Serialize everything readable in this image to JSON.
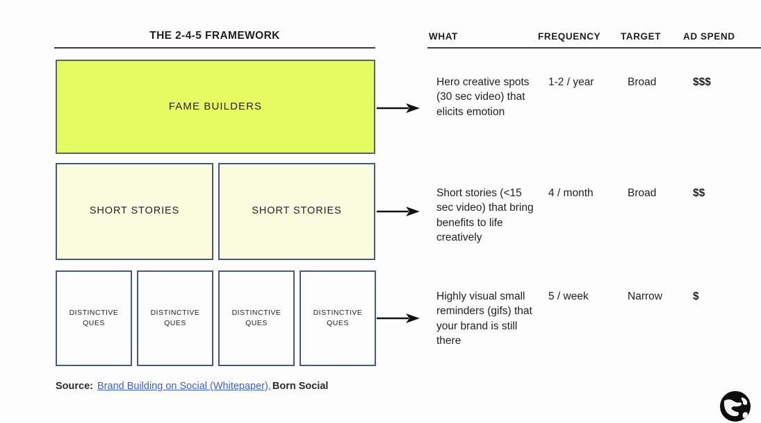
{
  "framework": {
    "title": "THE 2-4-5 FRAMEWORK",
    "tiers": [
      {
        "id": "fame-builders",
        "label": "FAME BUILDERS",
        "count": 1,
        "fill": "#e4fb62",
        "border": "#5b6070"
      },
      {
        "id": "short-stories",
        "label": "SHORT STORIES",
        "count": 2,
        "fill": "#fafce0",
        "border": "#4a5878"
      },
      {
        "id": "distinctive-ques",
        "label": "DISTINCTIVE QUES",
        "count": 4,
        "fill": "#fcfcfc",
        "border": "#4a5878"
      }
    ],
    "box_labels": {
      "fame": "FAME BUILDERS",
      "story_1": "SHORT STORIES",
      "story_2": "SHORT STORIES",
      "dq_1_line1": "DISTINCTIVE",
      "dq_1_line2": "QUES",
      "dq_2_line1": "DISTINCTIVE",
      "dq_2_line2": "QUES",
      "dq_3_line1": "DISTINCTIVE",
      "dq_3_line2": "QUES",
      "dq_4_line1": "DISTINCTIVE",
      "dq_4_line2": "QUES"
    }
  },
  "table": {
    "headers": {
      "what": "WHAT",
      "frequency": "FREQUENCY",
      "target": "TARGET",
      "ad_spend": "AD SPEND"
    },
    "rows": [
      {
        "what": "Hero creative spots (30 sec video) that elicits emotion",
        "frequency": "1-2 / year",
        "target": "Broad",
        "ad_spend": "$$$"
      },
      {
        "what": "Short stories (<15 sec video) that bring benefits to life creatively",
        "frequency": "4 / month",
        "target": "Broad",
        "ad_spend": "$$"
      },
      {
        "what": "Highly visual small reminders (gifs) that your brand is still there",
        "frequency": "5 /  week",
        "target": "Narrow",
        "ad_spend": "$"
      }
    ]
  },
  "source": {
    "label": "Source:",
    "link_text": "Brand Building on Social (Whitepaper),",
    "trailing_text": "Born Social",
    "link_color": "#3b62c4"
  },
  "colors": {
    "background": "#fdfdfd",
    "rule": "#3a3a3a",
    "arrow": "#111111",
    "text": "#1f1f1f"
  }
}
